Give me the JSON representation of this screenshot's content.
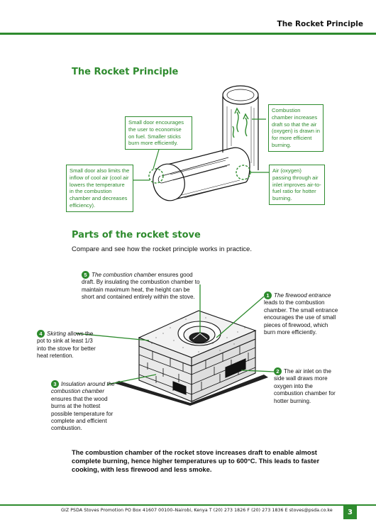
{
  "header": {
    "running_title": "The Rocket Principle"
  },
  "section1": {
    "title": "The Rocket Principle",
    "callouts": [
      "Small door encourages the user to economise on fuel. Smaller sticks burn more efficiently.",
      "Combustion chamber increases draft so that the air (oxygen) is drawn in for more efficient burning.",
      "Small door also limits the inflow of cool air (cool air lowers the temperature in the combustion chamber and decreases efficiency).",
      "Air (oxygen) passing through air inlet improves air-to-fuel ratio for hotter burning."
    ]
  },
  "section2": {
    "title": "Parts of the rocket stove",
    "subtitle": "Compare and see how the rocket principle works in practice.",
    "parts": [
      {
        "num": "5",
        "term": "The combustion chamber",
        "text": " ensures good draft. By insulating the combustion chamber to maintain maximum heat, the height can be short and contained entirely within the stove."
      },
      {
        "num": "1",
        "term": "The firewood entrance",
        "text": " leads to the combustion chamber. The small entrance encourages the use of small pieces of firewood, which burn more efficiently."
      },
      {
        "num": "4",
        "term": "Skirting",
        "text": " allows the pot to sink at least 1/3 into the stove for better heat retention."
      },
      {
        "num": "2",
        "term": "",
        "text": "The air inlet on the side wall draws more oxygen into the combustion chamber for hotter burning."
      },
      {
        "num": "3",
        "term": "Insulation around the combustion chamber",
        "text": " ensures that the wood burns at the hottest possible temperature for complete and efficient combustion."
      }
    ]
  },
  "summary": "The combustion chamber of the rocket stove increases draft to enable almost complete burning, hence higher temperatures up to 600°C. This leads to faster cooking, with less firewood and less smoke.",
  "footer": {
    "text": "GIZ PSDA Stoves Promotion  PO Box 41607  00100–Nairobi, Kenya  T (20) 273 1826  F (20) 273 1836  E stoves@psda.co.ke",
    "page_number": "3"
  },
  "colors": {
    "accent": "#2e8b2e",
    "text": "#111111"
  }
}
